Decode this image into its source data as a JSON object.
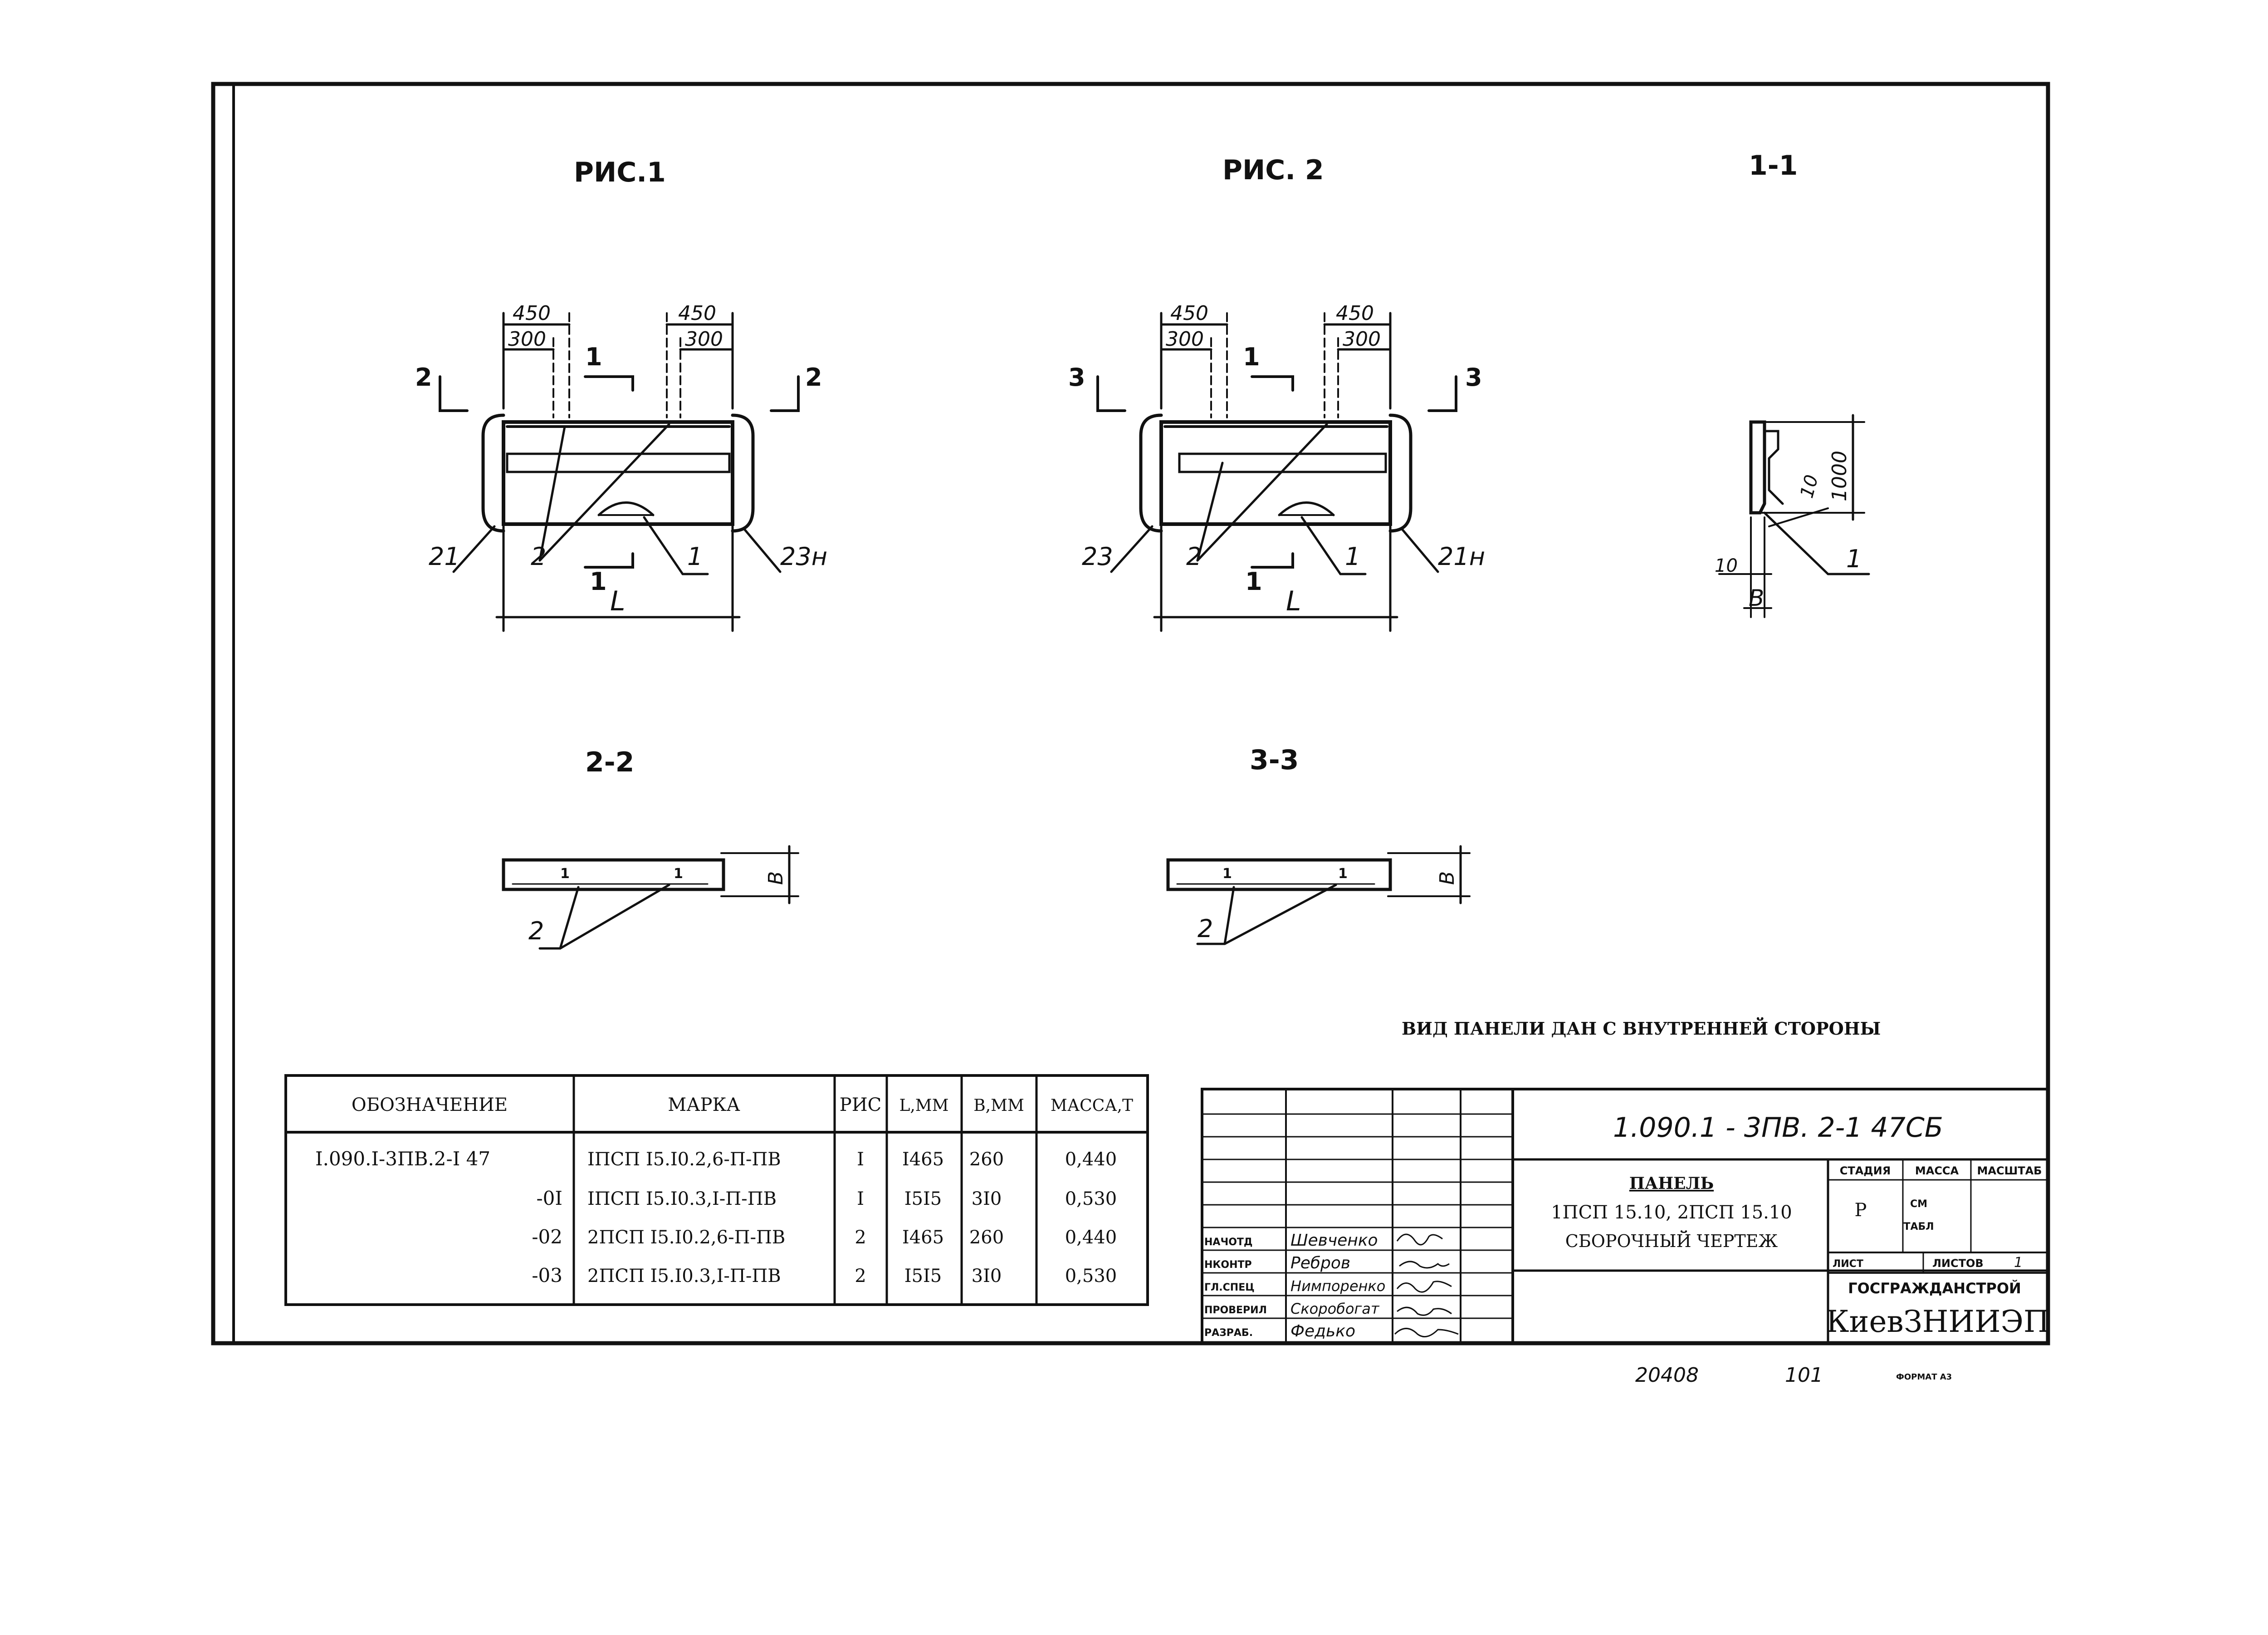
{
  "figures": {
    "fig1_title": "РИС.1",
    "fig2_title": "РИС. 2",
    "sec11_title": "1-1",
    "sec22_title": "2-2",
    "sec33_title": "3-3"
  },
  "fig1": {
    "dim_450_left": "450",
    "dim_300_left": "300",
    "dim_450_right": "450",
    "dim_300_right": "300",
    "cut_left": "2",
    "cut_right": "2",
    "cut_top": "1",
    "cut_bottom": "1",
    "callout_21": "21",
    "callout_2": "2",
    "callout_1": "1",
    "callout_23n": "23н",
    "dim_L": "L"
  },
  "fig2": {
    "dim_450_left": "450",
    "dim_300_left": "300",
    "dim_450_right": "450",
    "dim_300_right": "300",
    "cut_left": "3",
    "cut_right": "3",
    "cut_top": "1",
    "cut_bottom": "1",
    "callout_23": "23",
    "callout_2": "2",
    "callout_1": "1",
    "callout_21n": "21н",
    "dim_L": "L"
  },
  "sec11": {
    "dim_1000": "1000",
    "dim_10_top": "10",
    "dim_10_bottom": "10",
    "dim_B": "B",
    "callout_1": "1"
  },
  "sec22": {
    "label_1": "1",
    "label_1b": "1",
    "callout_2": "2",
    "dim_B": "B"
  },
  "sec33": {
    "label_1": "1",
    "label_1b": "1",
    "callout_2": "2",
    "dim_B": "B"
  },
  "note": "ВИД ПАНЕЛИ ДАН С ВНУТРЕННЕЙ СТОРОНЫ",
  "spec_table": {
    "headers": [
      "ОБОЗНАЧЕНИЕ",
      "МАРКА",
      "РИС",
      "L,ММ",
      "B,ММ",
      "МАССА,Т"
    ],
    "rows": [
      [
        "I.090.I-3ПВ.2-I 47",
        "IПСП I5.I0.2,6-П-ПВ",
        "I",
        "I465",
        "260",
        "0,440"
      ],
      [
        "-0I",
        "IПСП I5.I0.3,I-П-ПВ",
        "I",
        "I5I5",
        "3I0",
        "0,530"
      ],
      [
        "-02",
        "2ПСП I5.I0.2,6-П-ПВ",
        "2",
        "I465",
        "260",
        "0,440"
      ],
      [
        "-03",
        "2ПСП I5.I0.3,I-П-ПВ",
        "2",
        "I5I5",
        "3I0",
        "0,530"
      ]
    ]
  },
  "title_block": {
    "designation": "1.090.1 - 3ПВ. 2-1  47СБ",
    "name_line1": "ПАНЕЛЬ",
    "name_line2": "1ПСП 15.10, 2ПСП 15.10",
    "name_line3": "СБОРОЧНЫЙ ЧЕРТЕЖ",
    "stage_header": "СТАДИЯ",
    "mass_header": "МАССА",
    "scale_header": "МАСШТАБ",
    "stage_value": "Р",
    "mass_value_1": "СМ",
    "mass_value_2": "ТАБЛ",
    "sheet_label": "ЛИСТ",
    "sheets_label": "ЛИСТОВ",
    "sheets_value": "1",
    "org_line1": "ГОСГРАЖДАНСТРОЙ",
    "org_line2": "КиевЗНИИЭП",
    "roles": [
      "НАЧОТД",
      "НКОНТР",
      "ГЛ.СПЕЦ",
      "ПРОВЕРИЛ",
      "РАЗРАБ."
    ],
    "names": [
      "Шевченко",
      "Ребров",
      "Нимпоренко",
      "Скоробогат",
      "Федько"
    ]
  },
  "footer": {
    "num1": "20408",
    "num2": "101",
    "format": "ФОРМАТ А3"
  }
}
